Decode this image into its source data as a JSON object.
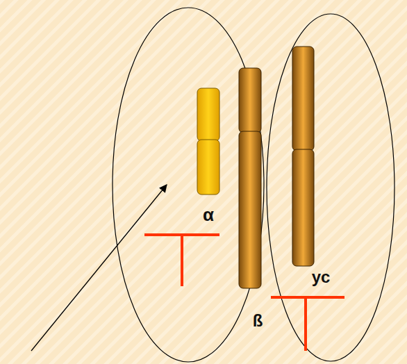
{
  "diagram": {
    "labels": [
      "α",
      "ß",
      "yc"
    ]
  }
}
